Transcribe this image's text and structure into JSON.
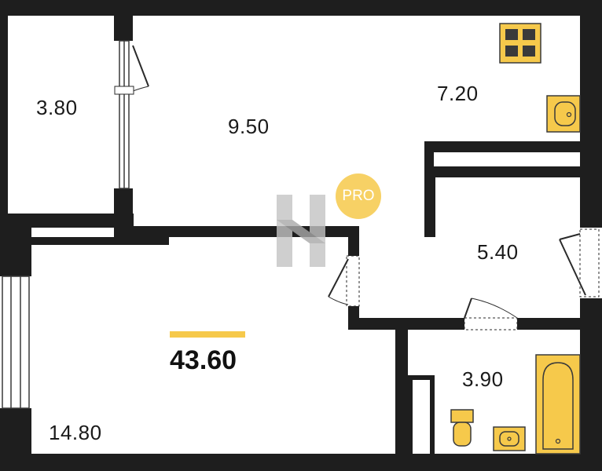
{
  "plan": {
    "rooms": [
      {
        "id": "loggia",
        "area": "3.80"
      },
      {
        "id": "kitchen-living",
        "area": "9.50"
      },
      {
        "id": "kitchen",
        "area": "7.20"
      },
      {
        "id": "hallway",
        "area": "5.40"
      },
      {
        "id": "bathroom",
        "area": "3.90"
      },
      {
        "id": "bedroom",
        "area": "14.80"
      }
    ],
    "total_area": "43.60"
  },
  "badge": {
    "text": "PRO"
  },
  "colors": {
    "wall": "#1e1e1e",
    "accent": "#f6c94b",
    "fixture": "#f6c94b",
    "fixture_stroke": "#3a3a3a",
    "watermark": "#b8b8b8",
    "background": "#ffffff"
  },
  "icons": [
    "stove-icon",
    "sink-icon",
    "bathtub-icon",
    "toilet-icon",
    "washbasin-icon",
    "watermark-logo-icon",
    "door-icon",
    "window-icon"
  ]
}
